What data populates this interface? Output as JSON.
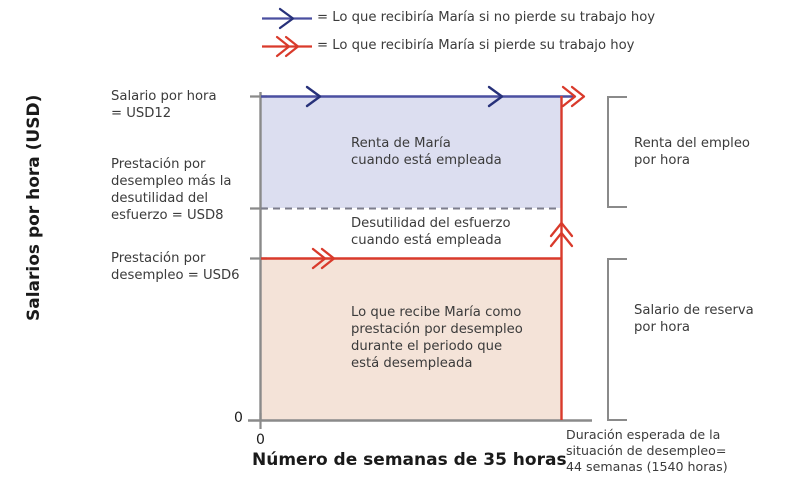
{
  "chart_data": {
    "type": "area",
    "title": "",
    "xlabel": "Número de semanas de 35 horas",
    "ylabel": "Salarios por hora (USD)",
    "xlim": [
      0,
      44
    ],
    "ylim": [
      0,
      14
    ],
    "grid": false,
    "legend_position": "top",
    "x_origin_label": "0",
    "y_origin_label": "0",
    "series": [
      {
        "name": "Lo que recibiría María si no pierde su trabajo hoy",
        "color": "#4a4fa0",
        "marker": "single-chevron",
        "level_usd": 12,
        "label": "Salario por hora = USD12"
      },
      {
        "name": "Lo que recibiría María si pierde su trabajo hoy",
        "color": "#d93a2b",
        "marker": "double-chevron",
        "level_usd": 6,
        "label": "Prestación por desempleo = USD6"
      }
    ],
    "reference_lines": [
      {
        "name": "disutility-threshold",
        "value_usd": 8,
        "style": "dashed",
        "color": "#8a8a8a",
        "label": "Prestación por desempleo más la desutilidad del esfuerzo = USD8"
      }
    ],
    "regions": [
      {
        "name": "rent-when-employed",
        "from_usd": 8,
        "to_usd": 12,
        "fill": "#dcdef0",
        "label": "Renta de María cuando está empleada"
      },
      {
        "name": "disutility-of-effort",
        "from_usd": 6,
        "to_usd": 8,
        "fill": "#ffffff",
        "label": "Desutilidad del esfuerzo cuando está empleada"
      },
      {
        "name": "unemployment-benefit",
        "from_usd": 0,
        "to_usd": 6,
        "fill": "#f4e3d8",
        "label": "Lo que recibe María como prestación por desempleo durante el periodo que está desempleada"
      }
    ],
    "brackets": [
      {
        "name": "employment-rent",
        "from_usd": 8,
        "to_usd": 12,
        "label": "Renta del empleo por hora"
      },
      {
        "name": "reservation-wage",
        "from_usd": 0,
        "to_usd": 6,
        "label": "Salario de reserva por hora"
      }
    ],
    "x_end_annotation": "Duración esperada de la situación de desempleo= 44 semanas (1540 horas)"
  },
  "legend": {
    "items": [
      {
        "marker": "single-chevron-arrow-icon",
        "color": "#4a4fa0",
        "text": "= Lo que recibiría María si no pierde su trabajo hoy"
      },
      {
        "marker": "double-chevron-arrow-icon",
        "color": "#d93a2b",
        "text": "= Lo que recibiría María si pierde su trabajo hoy"
      }
    ]
  },
  "axes": {
    "y_title": "Salarios por hora (USD)",
    "x_title": "Número de semanas de 35 horas",
    "y_zero": "0",
    "x_zero": "0"
  },
  "left_labels": {
    "wage": "Salario por hora\n= USD12",
    "benefit_plus_disutility": "Prestación por\ndesempleo más la\ndesutilidad del\nesfuerzo = USD8",
    "benefit": "Prestación por\ndesempleo = USD6"
  },
  "inner_labels": {
    "rent": "Renta de María\ncuando está empleada",
    "disutility": "Desutilidad del esfuerzo\ncuando está empleada",
    "benefit_area": "Lo que recibe María como\nprestación por desempleo\ndurante el periodo que\nestá desempleada"
  },
  "right_labels": {
    "employment_rent": "Renta del empleo\npor hora",
    "reservation_wage": "Salario de reserva\npor hora"
  },
  "bottom_right_label": "Duración esperada de la\nsituación de desempleo=\n44 semanas (1540 horas)",
  "colors": {
    "blue_line": "#4a4fa0",
    "red_line": "#d93a2b",
    "rent_fill": "#dcdef0",
    "benefit_fill": "#f4e3d8",
    "axis": "#8a8a8a",
    "bracket": "#8a8a8a",
    "text": "#3b3b3b"
  }
}
